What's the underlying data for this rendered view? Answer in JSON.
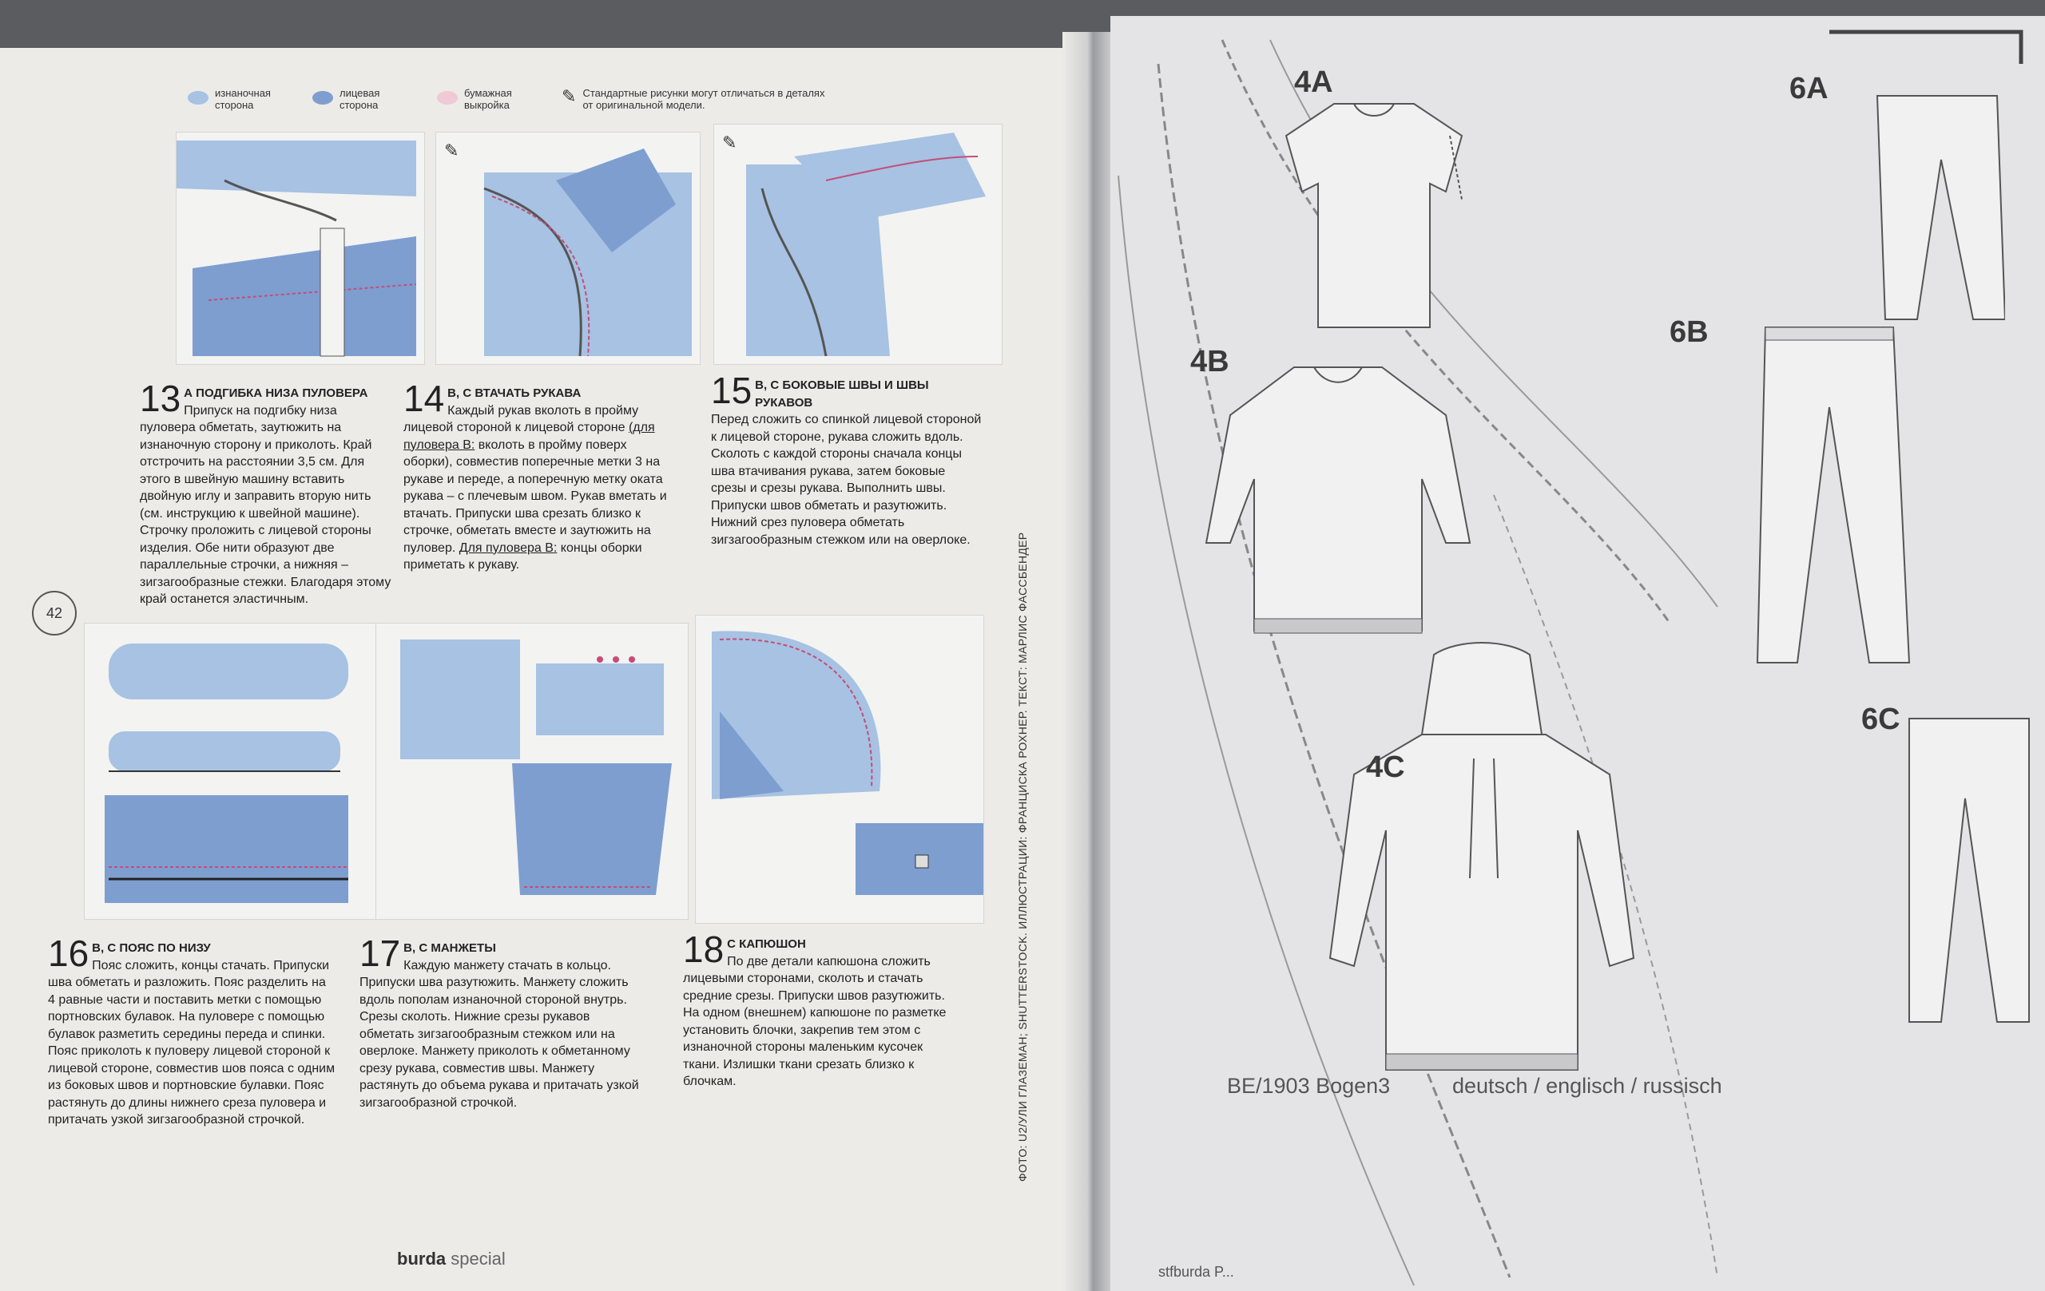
{
  "legend": [
    {
      "icon": "wrong-side-swatch",
      "color": "#a7c2e2",
      "label": "изнаночная сторона"
    },
    {
      "icon": "right-side-swatch",
      "color": "#7e9ed0",
      "label": "лицевая сторона"
    },
    {
      "icon": "paper-pattern-swatch",
      "color": "#efc9d4",
      "label": "бумажная выкройка"
    },
    {
      "icon": "pencil-icon",
      "label": "Стандартные рисунки могут отличаться в деталях от оригинальной модели."
    }
  ],
  "steps": [
    {
      "num": "13",
      "head": "А подгибка низа пуловера",
      "text": "Припуск на подгибку низа пуловера обметать, заутюжить на изнаночную сторону и приколоть. Край отстрочить на расстоянии 3,5 см. Для этого в швейную машину вставить двойную иглу и заправить вторую нить (см. инструкцию к швейной машине). Строчку проложить с лицевой стороны изделия. Обе нити образуют две параллельные строчки, а нижняя – зигзагообразные стежки. Благодаря этому край останется эластичным."
    },
    {
      "num": "14",
      "head": "В, С втачать рукава",
      "text1": "Каждый рукав вколоть в пройму лицевой стороной к лицевой стороне",
      "ul1": "(для пуловера В:",
      "text2": " вколоть в пройму поверх оборки), совместив поперечные метки 3 на рукаве и переде, а поперечную метку оката рукава – с плечевым швом. Рукав вметать и втачать. Припуски шва срезать близко к строчке, обметать вместе и заутюжить на пуловер.",
      "ul2": "Для пуловера В:",
      "text3": " концы оборки приметать к рукаву."
    },
    {
      "num": "15",
      "head": "В, С боковые швы и швы рукавов",
      "text": "Перед сложить со спинкой лицевой стороной к лицевой стороне, рукава сложить вдоль. Сколоть с каждой стороны сначала концы шва втачивания рукава, затем боковые срезы и срезы рукава. Выполнить швы. Припуски швов обметать и разутюжить. Нижний срез пуловера обметать зигзагообразным стежком или на оверлоке."
    },
    {
      "num": "16",
      "head": "В, С пояс по низу",
      "text": "Пояс сложить, концы стачать. Припуски шва обметать и разложить. Пояс разделить на 4 равные части и поставить метки с помощью портновских булавок. На пуловере с помощью булавок разметить середины переда и спинки. Пояс приколоть к пуловеру лицевой стороной к лицевой стороне, совместив шов пояса с одним из боковых швов и портновские булавки. Пояс растянуть до длины нижнего среза пуловера и притачать узкой зигзагообразной строчкой."
    },
    {
      "num": "17",
      "head": "В, С манжеты",
      "text": "Каждую манжету стачать в кольцо. Припуски шва разутюжить. Манжету сложить вдоль пополам изнаночной стороной внутрь. Срезы сколоть. Нижние срезы рукавов обметать зигзагообразным стежком или на оверлоке. Манжету приколоть к обметанному срезу рукава, совместив швы. Манжету растянуть до объема рукава и притачать узкой зигзагообразной строчкой."
    },
    {
      "num": "18",
      "head": "С капюшон",
      "text": "По две детали капюшона сложить лицевыми сторонами, сколоть и стачать средние срезы. Припуски швов разутюжить. На одном (внешнем) капюшоне по разметке установить блочки, закрепив тем этом с изнаночной стороны маленьким кусочек ткани. Излишки ткани срезать близко к блочкам."
    }
  ],
  "page_number": "42",
  "credit": "ФОТО: U2/УЛИ ГЛАЗЕМАН; SHUTTERSTOCK. ИЛЛЮСТРАЦИИ: ФРАНЦИСКА РОХНЕР. ТЕКСТ: МАРЛИС ФАССБЕНДЕР",
  "footer": {
    "brand": "burda",
    "rest": "special"
  },
  "flats": [
    "4A",
    "4B",
    "4C",
    "6A",
    "6B",
    "6C"
  ],
  "sheet_id": "BE/1903 Bogen3",
  "languages": "deutsch / englisch / russisch",
  "sheet_bottom_text": "stfburda P..."
}
